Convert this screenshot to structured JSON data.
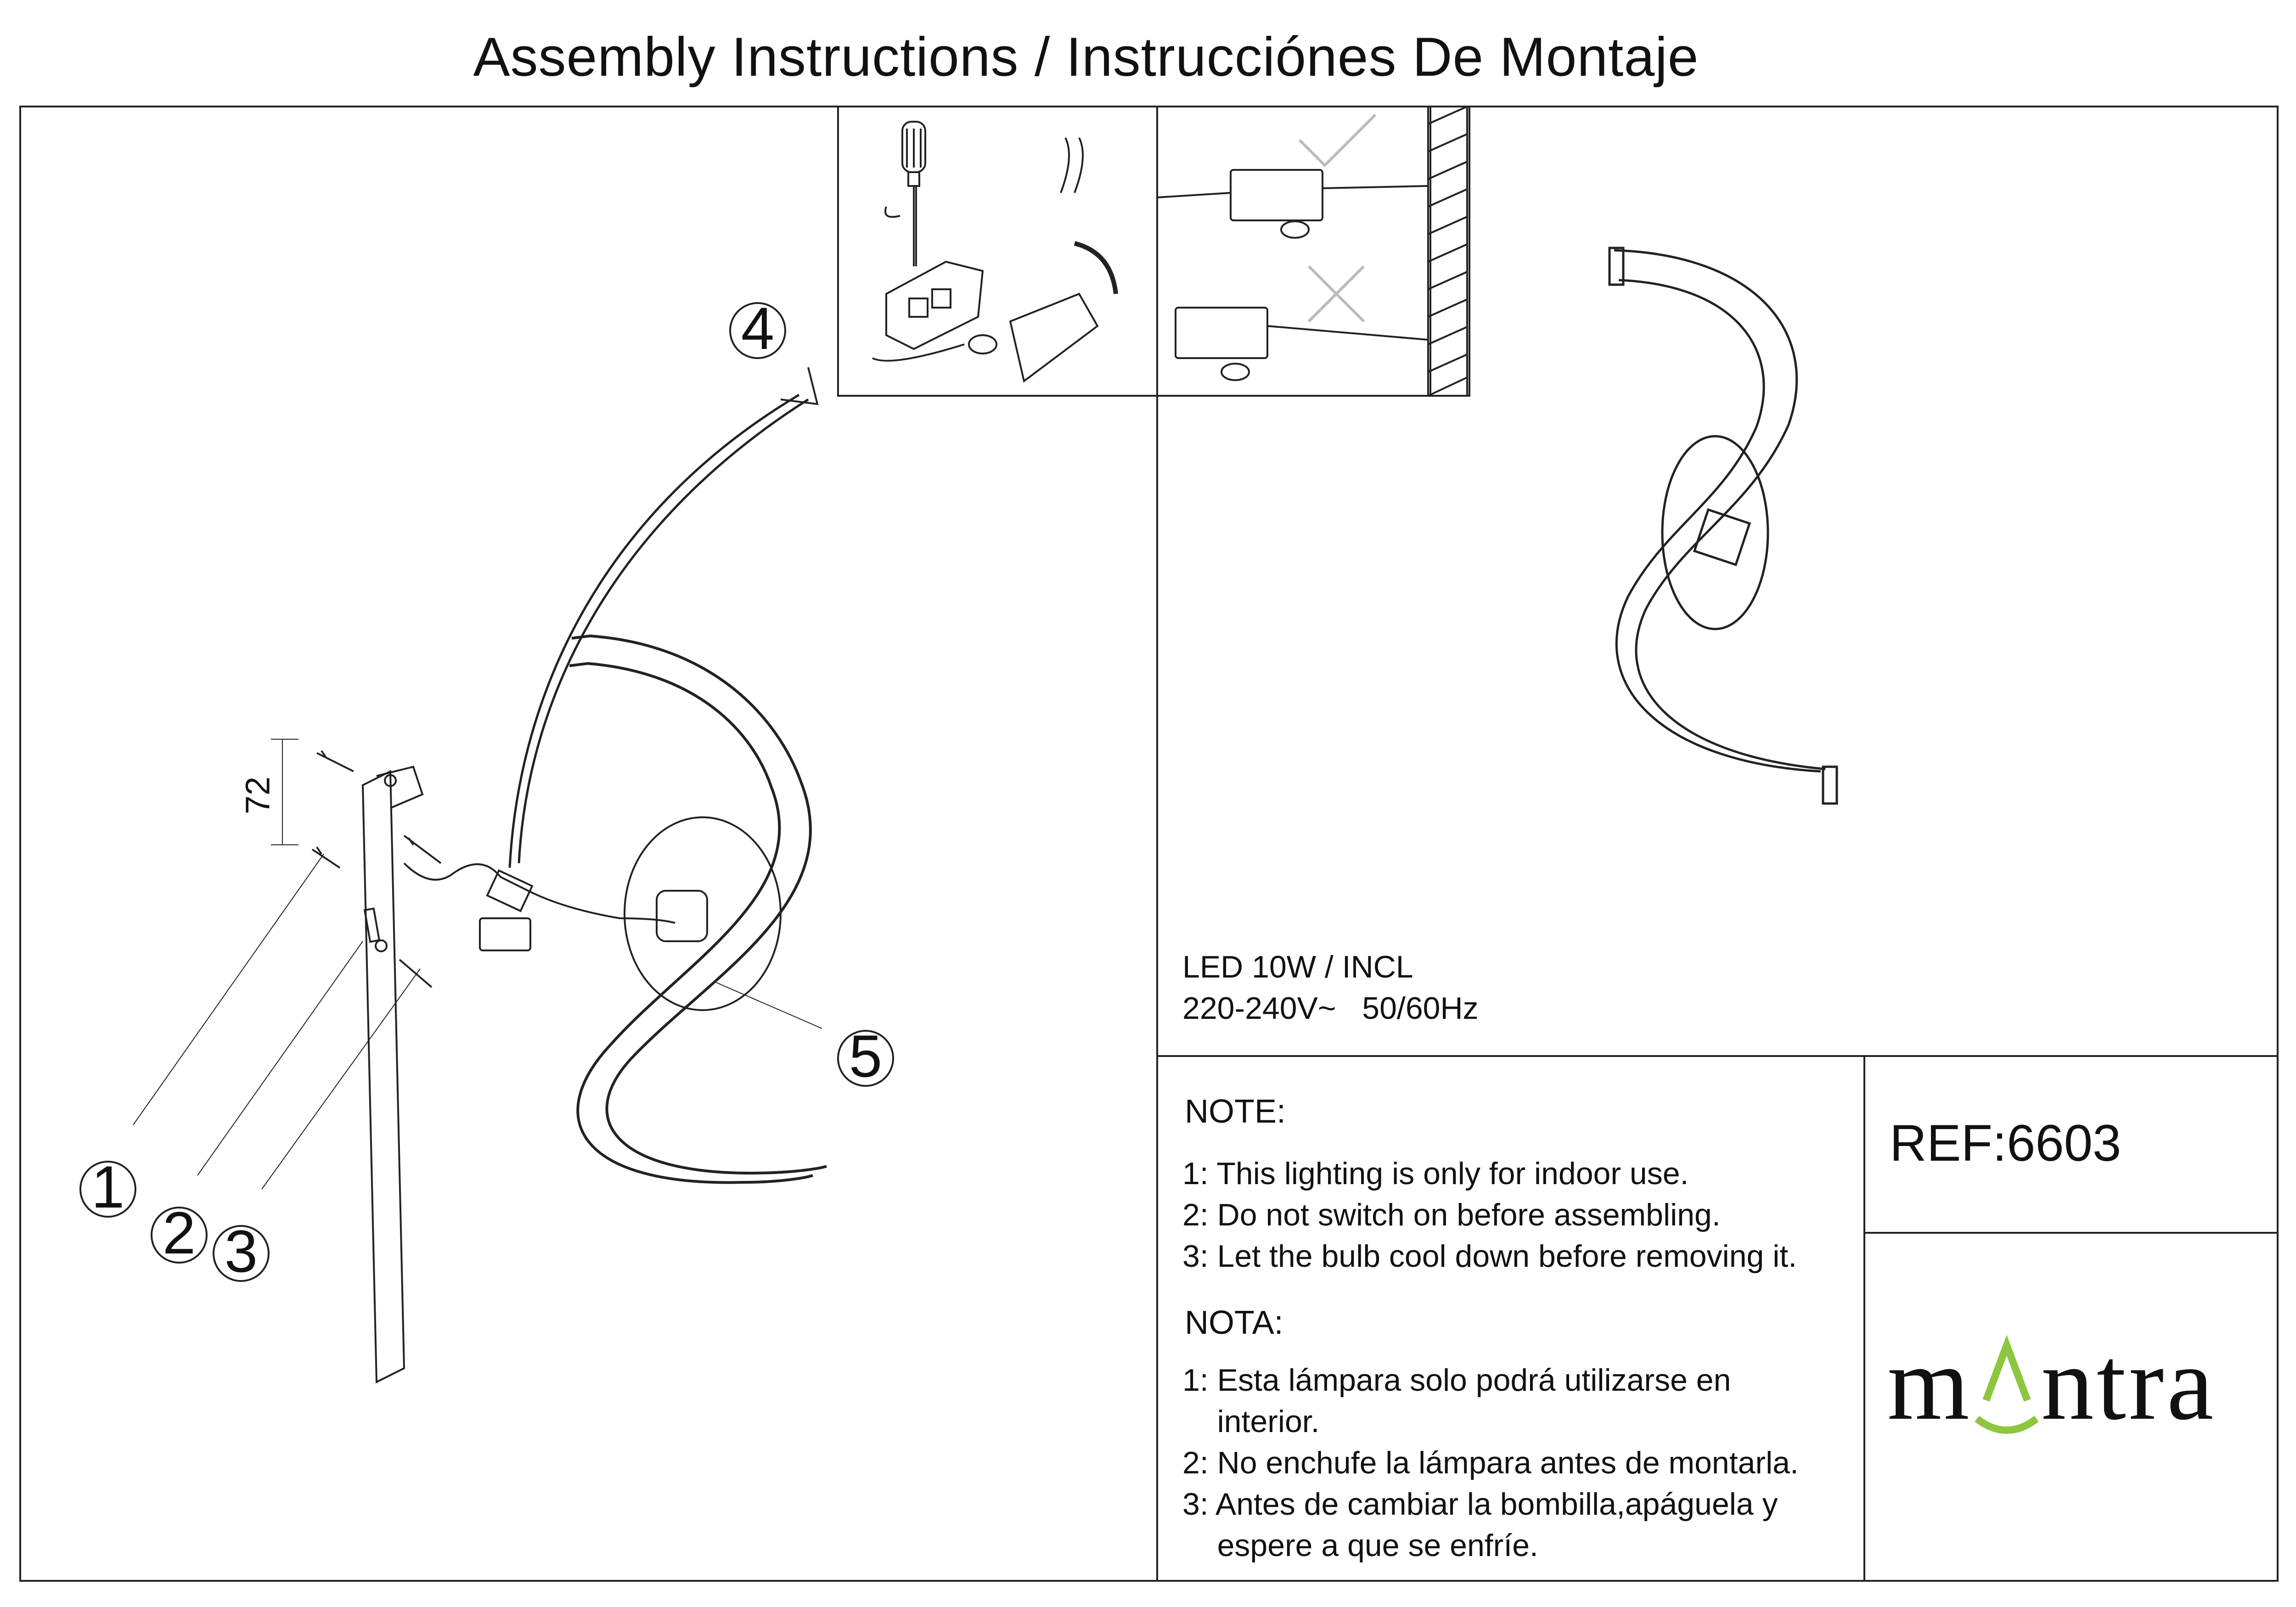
{
  "header": {
    "title": "Assembly Instructions / Instrucciónes De Montaje"
  },
  "callouts": [
    "1",
    "2",
    "3",
    "4",
    "5"
  ],
  "dimension": {
    "value": "72"
  },
  "specs": {
    "power": "LED 10W / INCL",
    "voltage": "220-240V~   50/60Hz"
  },
  "notes_en": {
    "heading": "NOTE:",
    "items": [
      "1: This lighting is only for indoor use.",
      "2: Do not switch on before assembling.",
      "3: Let the bulb cool down before removing it."
    ]
  },
  "notes_es": {
    "heading": "NOTA:",
    "items": [
      "1: Esta lámpara solo podrá utilizarse en",
      "    interior.",
      "2: No enchufe la lámpara antes de montarla.",
      "3: Antes de cambiar la bombilla,apáguela y",
      "    espere a que se enfríe."
    ]
  },
  "reference": {
    "label": "REF:6603"
  },
  "brand": {
    "part1": "m",
    "part2": "ntra",
    "accent_color": "#8dc63f"
  },
  "icons": [
    "screwdriver-icon",
    "rotate-arrow-icon",
    "checkmark-icon",
    "cross-icon",
    "wall-hatch-icon"
  ]
}
